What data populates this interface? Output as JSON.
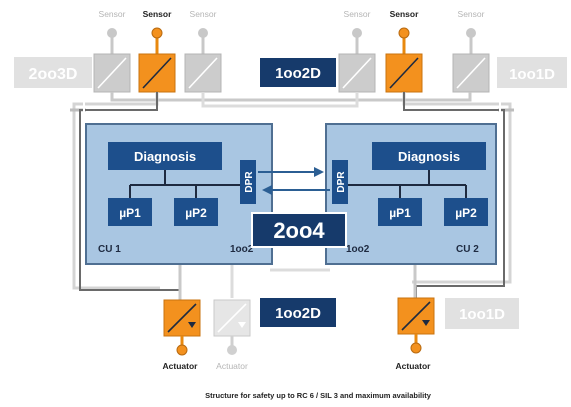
{
  "sensors": {
    "left_group_labels": [
      "Sensor",
      "Sensor",
      "Sensor"
    ],
    "right_group_labels": [
      "Sensor",
      "Sensor",
      "Sensor"
    ]
  },
  "badges": {
    "top_left": "2oo3D",
    "top_center": "1oo2D",
    "top_right": "1oo1D",
    "center": "2oo4",
    "bottom_center": "1oo2D",
    "bottom_right": "1oo1D"
  },
  "cu1": {
    "diagnosis": "Diagnosis",
    "dpr": "DPR",
    "p1": "µP1",
    "p2": "µP2",
    "name": "CU 1",
    "mode": "1oo2"
  },
  "cu2": {
    "diagnosis": "Diagnosis",
    "dpr": "DPR",
    "p1": "µP1",
    "p2": "µP2",
    "name": "CU 2",
    "mode": "1oo2"
  },
  "actuators": {
    "labels": [
      "Actuator",
      "Actuator",
      "Actuator"
    ]
  },
  "caption": "Structure for safety up to RC 6 / SIL 3 and maximum availability",
  "colors": {
    "dark_blue": "#163a6b",
    "mid_blue": "#1d4f8c",
    "light_blue": "#a9c6e2",
    "orange": "#f3911e",
    "grey": "#cfcfcf",
    "faded_grey": "#e3e3e3"
  }
}
